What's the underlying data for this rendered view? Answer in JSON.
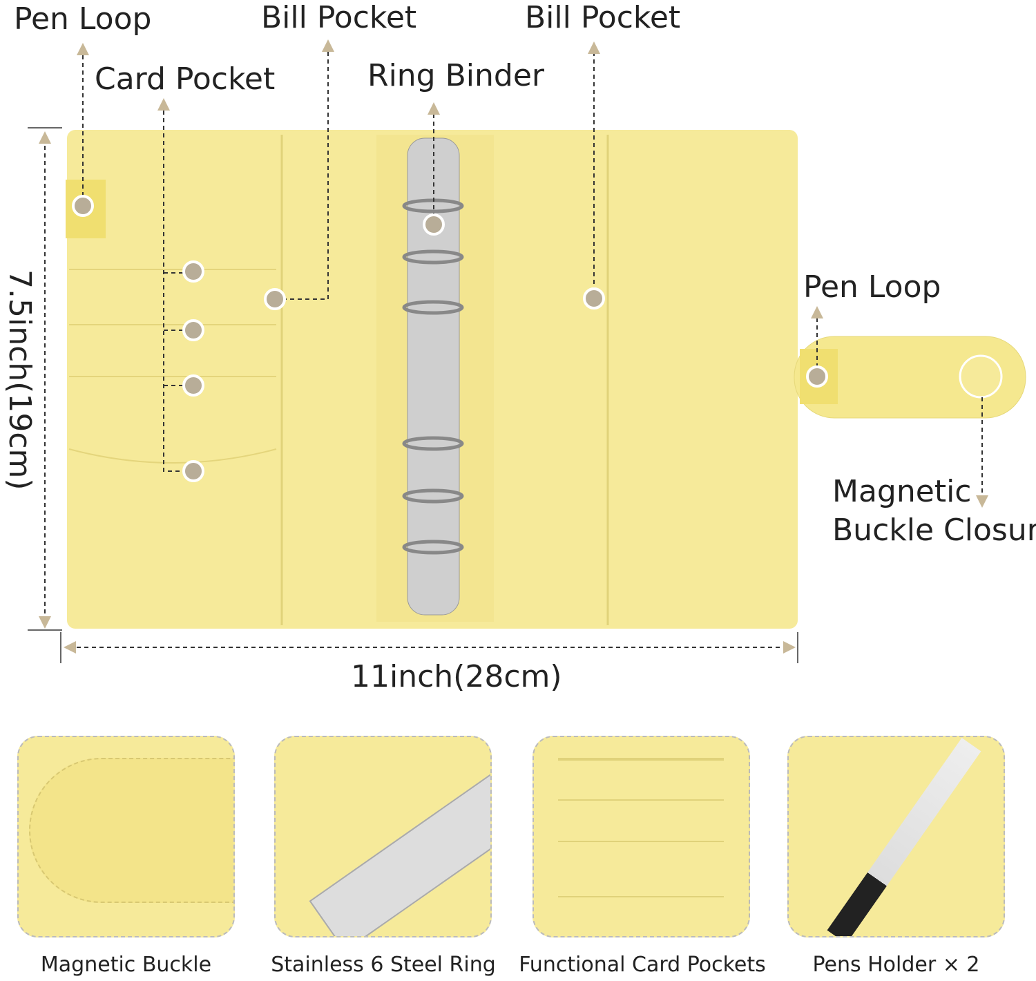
{
  "labels": {
    "pen_loop_top": "Pen  Loop",
    "card_pocket": "Card Pocket",
    "bill_pocket_left": "Bill Pocket",
    "ring_binder": "Ring Binder",
    "bill_pocket_right": "Bill Pocket",
    "pen_loop_right": "Pen  Loop",
    "magnetic_closure_1": "Magnetic",
    "magnetic_closure_2": "Buckle Closure",
    "height": "7.5inch(19cm)",
    "width": "11inch(28cm)"
  },
  "features": [
    {
      "caption": "Magnetic Buckle"
    },
    {
      "caption": "Stainless 6 Steel Ring"
    },
    {
      "caption": "Functional Card Pockets"
    },
    {
      "caption": "Pens Holder × 2"
    }
  ],
  "colors": {
    "binder": "#f6ea9a",
    "marker": "#b8ad98",
    "ring": "#c8c8c8"
  }
}
